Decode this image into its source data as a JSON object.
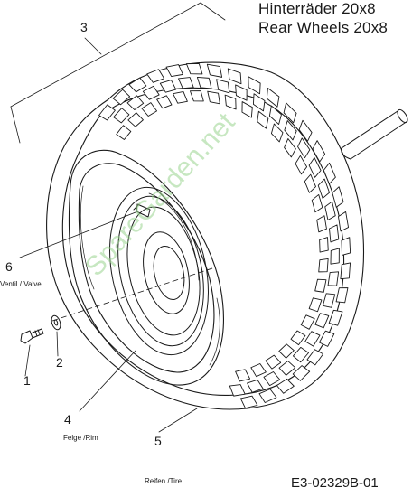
{
  "header": {
    "title_de": "Hinterräder  20x8",
    "title_en": "Rear Wheels  20x8"
  },
  "callouts": [
    {
      "number": "3",
      "caption": ""
    },
    {
      "number": "6",
      "caption": "Ventil / Valve"
    },
    {
      "number": "1",
      "caption": ""
    },
    {
      "number": "2",
      "caption": ""
    },
    {
      "number": "4",
      "caption": "Felge /Rim"
    },
    {
      "number": "5",
      "caption": "Reifen /Tire"
    }
  ],
  "drawing_code": "E3-02329B-01",
  "watermark": {
    "text": "SpareGarden.net",
    "color": "#9ad58f"
  },
  "colors": {
    "line": "#1a1a1a"
  }
}
